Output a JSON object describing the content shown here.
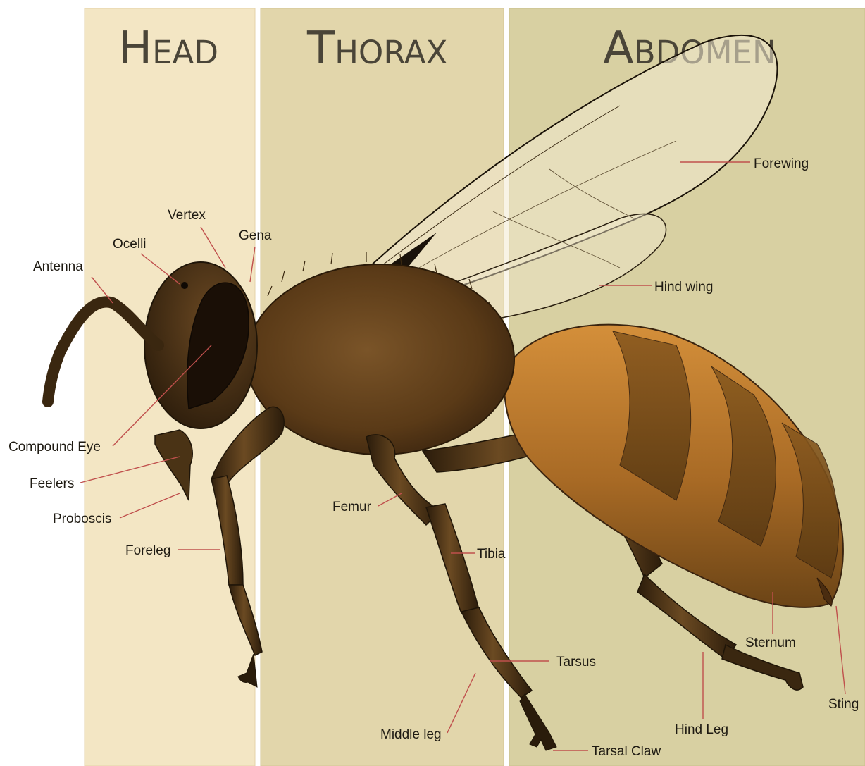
{
  "regions": {
    "head": "Head",
    "thorax": "Thorax",
    "abdomen": "Abdomen"
  },
  "labels": {
    "vertex": "Vertex",
    "gena": "Gena",
    "ocelli": "Ocelli",
    "antenna": "Antenna",
    "compound_eye": "Compound Eye",
    "feelers": "Feelers",
    "proboscis": "Proboscis",
    "foreleg": "Foreleg",
    "femur": "Femur",
    "tibia": "Tibia",
    "tarsus": "Tarsus",
    "middle_leg": "Middle leg",
    "tarsal_claw": "Tarsal Claw",
    "forewing": "Forewing",
    "hind_wing": "Hind wing",
    "sternum": "Sternum",
    "hind_leg": "Hind Leg",
    "sting": "Sting"
  },
  "colors": {
    "head_panel": "#f3e6c4",
    "thorax_panel": "#e2d6ab",
    "abdomen_panel": "#d8d0a2",
    "leader_line": "#c0504d",
    "body_dark": "#3e2a12",
    "abdomen_band": "#b97a2c"
  }
}
